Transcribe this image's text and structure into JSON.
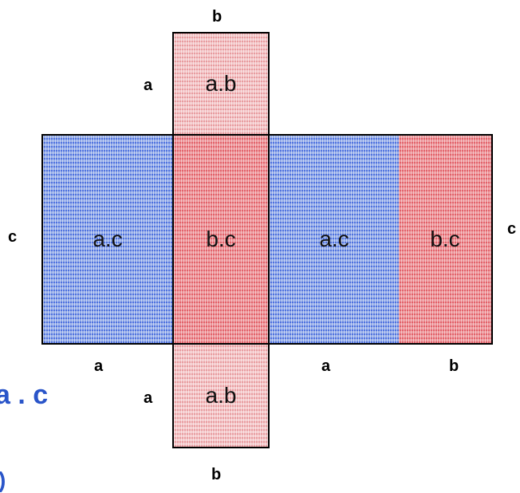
{
  "faces": {
    "top": "a.b",
    "left": "a.c",
    "center": "b.c",
    "right_blue": "a.c",
    "right_red": "b.c",
    "bottom": "a.b"
  },
  "dimensions": {
    "top_b": "b",
    "top_a": "a",
    "left_c": "c",
    "right_c": "c",
    "bottom_a_left": "a",
    "bottom_a_mid": "a",
    "bottom_b_right": "b",
    "lower_a": "a",
    "bottom_b": "b"
  },
  "background_fragments": {
    "formula": "a . c",
    "paren": ")"
  },
  "colors": {
    "blue_face": "#6f8fe0",
    "red_face": "#e77a80",
    "pink_face": "#efb3b6",
    "outline": "#000000",
    "fragment_text": "#2a55c9"
  }
}
